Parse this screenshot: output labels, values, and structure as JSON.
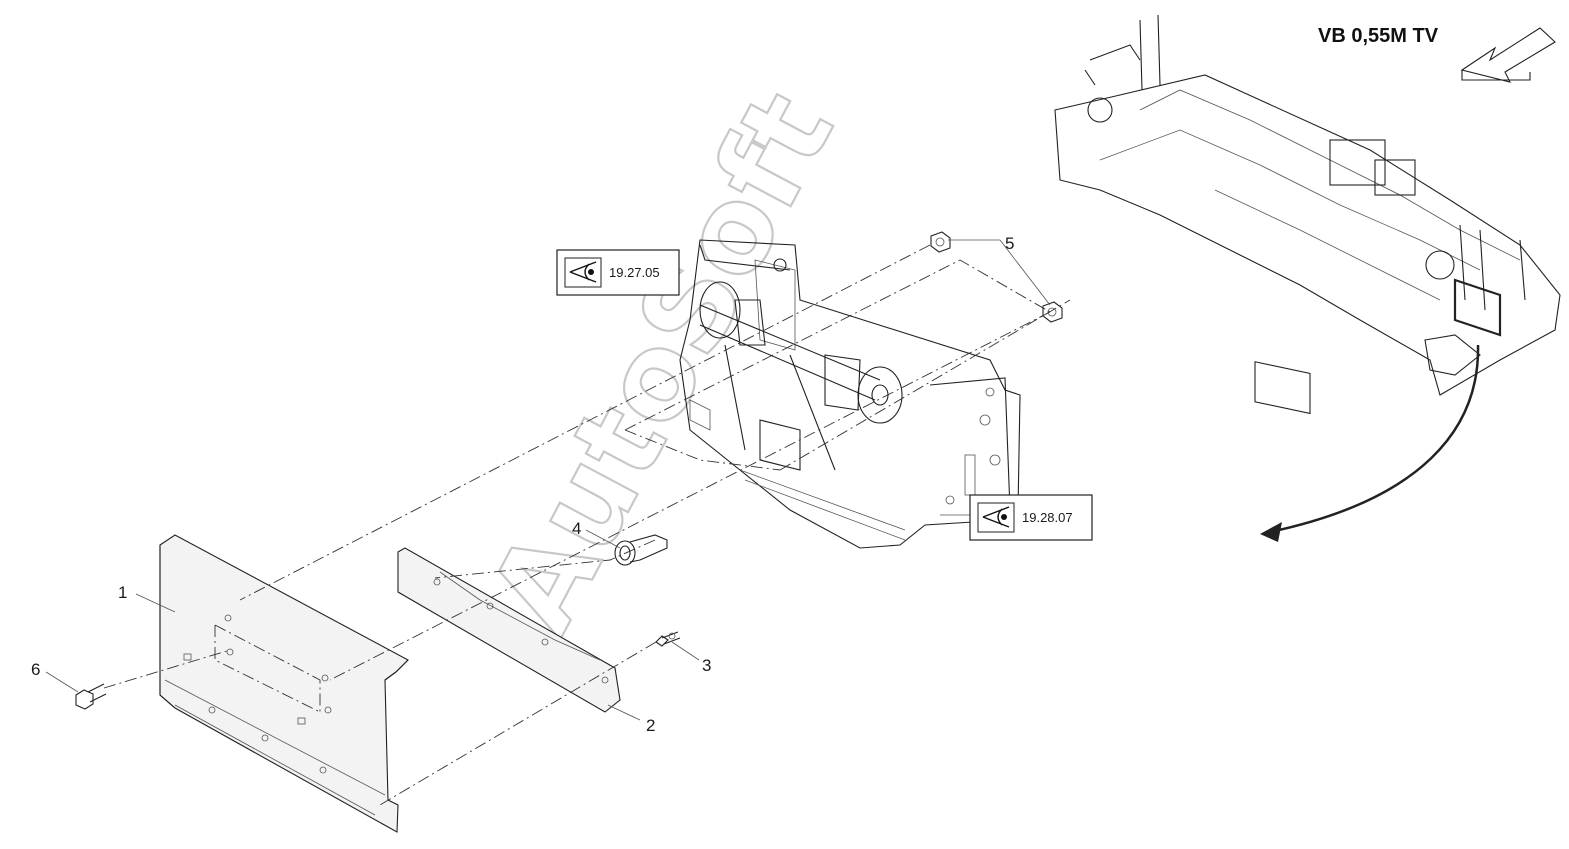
{
  "header": {
    "view_label": "VB 0,55M TV"
  },
  "references": [
    {
      "id": "ref-top",
      "code": "19.27.05",
      "icon": "eye-icon"
    },
    {
      "id": "ref-bottom",
      "code": "19.28.07",
      "icon": "eye-icon"
    }
  ],
  "callouts": [
    "1",
    "2",
    "3",
    "4",
    "5",
    "6"
  ],
  "watermark": "AutoSoft"
}
